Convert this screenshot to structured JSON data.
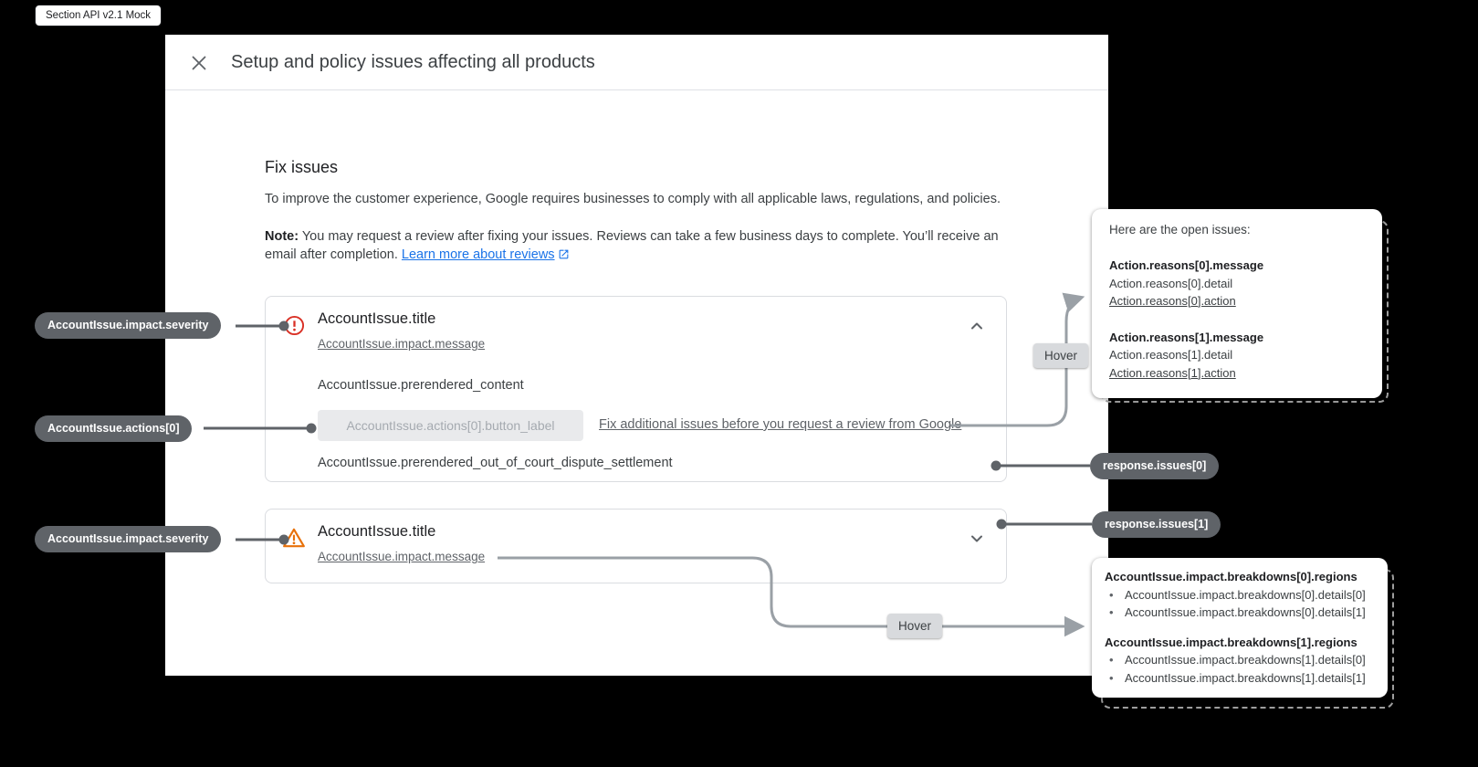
{
  "badge": {
    "label": "Section API v2.1 Mock"
  },
  "icons": {
    "close": "close-x",
    "error": "error-circle-exclamation",
    "warning": "warning-triangle-exclamation",
    "chevron_up": "chevron-up",
    "chevron_down": "chevron-down",
    "external_link": "open-in-new",
    "bullet": "•"
  },
  "colors": {
    "error": "#d93025",
    "warning": "#e8710a",
    "link_blue": "#1a73e8",
    "pill_bg": "#5f6368",
    "connector": "#5f6368",
    "hover_arrow": "#9aa0a6"
  },
  "dialog": {
    "title": "Setup and policy issues affecting all products",
    "fix_issues": {
      "heading": "Fix issues",
      "intro": "To improve the customer experience, Google requires businesses to comply with all applicable laws, regulations, and policies.",
      "note_label": "Note:",
      "note_text": "You may request a review after fixing your issues. Reviews can take a few business days to complete. You’ll receive an email after completion.",
      "learn_more_link": "Learn more about reviews"
    },
    "issues": [
      {
        "severity": "error",
        "title": "AccountIssue.title",
        "message": "AccountIssue.impact.message",
        "prerendered_content": "AccountIssue.prerendered_content",
        "action_button_label": "AccountIssue.actions[0].button_label",
        "fix_additional_link": "Fix additional issues before you request a review from Google",
        "dispute_settlement": "AccountIssue.prerendered_out_of_court_dispute_settlement"
      },
      {
        "severity": "warning",
        "title": "AccountIssue.title",
        "message": "AccountIssue.impact.message"
      }
    ]
  },
  "annotations": {
    "hover_label": "Hover",
    "pills": {
      "severity_1": "AccountIssue.impact.severity",
      "actions_0": "AccountIssue.actions[0]",
      "severity_2": "AccountIssue.impact.severity",
      "response_issues_0": "response.issues[0]",
      "response_issues_1": "response.issues[1]"
    },
    "reasons_tooltip": {
      "heading": "Here are the open issues:",
      "groups": [
        {
          "message": "Action.reasons[0].message",
          "detail": "Action.reasons[0].detail",
          "action": "Action.reasons[0].action"
        },
        {
          "message": "Action.reasons[1].message",
          "detail": "Action.reasons[1].detail",
          "action": "Action.reasons[1].action"
        }
      ]
    },
    "breakdowns_tooltip": {
      "groups": [
        {
          "regions": "AccountIssue.impact.breakdowns[0].regions",
          "details": [
            "AccountIssue.impact.breakdowns[0].details[0]",
            "AccountIssue.impact.breakdowns[0].details[1]"
          ]
        },
        {
          "regions": "AccountIssue.impact.breakdowns[1].regions",
          "details": [
            "AccountIssue.impact.breakdowns[1].details[0]",
            "AccountIssue.impact.breakdowns[1].details[1]"
          ]
        }
      ]
    }
  }
}
